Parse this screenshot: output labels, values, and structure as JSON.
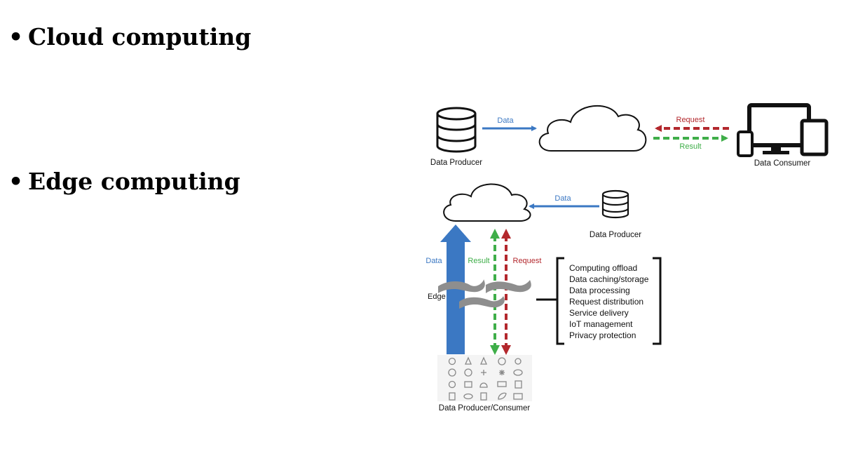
{
  "bullets": [
    {
      "marker": "•",
      "text": "Cloud computing"
    },
    {
      "marker": "•",
      "text": "Edge computing"
    }
  ],
  "cloud": {
    "producer_label": "Data Producer",
    "consumer_label": "Data Consumer",
    "data_label": "Data",
    "request_label": "Request",
    "result_label": "Result"
  },
  "edge": {
    "producer_label": "Data Producer",
    "data_label_top": "Data",
    "data_label_left": "Data",
    "result_label": "Result",
    "request_label": "Request",
    "edge_label": "Edge",
    "bottom_label": "Data Producer/Consumer",
    "functions": [
      "Computing offload",
      "Data caching/storage",
      "Data processing",
      "Request distribution",
      "Service delivery",
      "IoT management",
      "Privacy protection"
    ]
  },
  "colors": {
    "data": "#3b78c3",
    "request": "#b3282d",
    "result": "#3fae49"
  }
}
